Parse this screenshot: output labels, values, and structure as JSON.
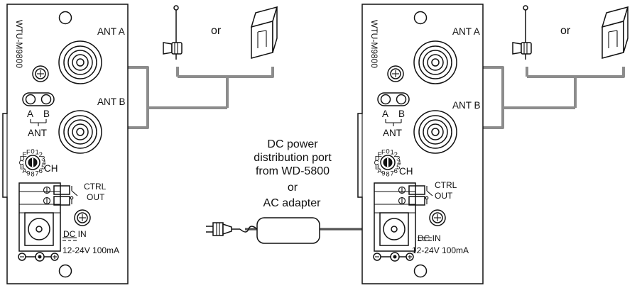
{
  "model_label": "WTU-M9800",
  "ant_a_label": "ANT A",
  "ant_b_label": "ANT B",
  "led_a": "A",
  "led_b": "B",
  "ant_group_label": "ANT",
  "ch_label": "CH",
  "ch_digits": [
    "0",
    "1",
    "2",
    "3",
    "4",
    "5",
    "6",
    "7",
    "8",
    "9",
    "A",
    "B",
    "C",
    "D",
    "E",
    "F"
  ],
  "ctrl_label": "CTRL",
  "out_label": "OUT",
  "dc_in_label": "DC IN",
  "dc_rating": "12-24V 100mA",
  "or_word": "or",
  "power_text": {
    "line1": "DC power",
    "line2": "distribution port",
    "line3": "from WD-5800",
    "line4": "or",
    "line5": "AC adapter"
  }
}
